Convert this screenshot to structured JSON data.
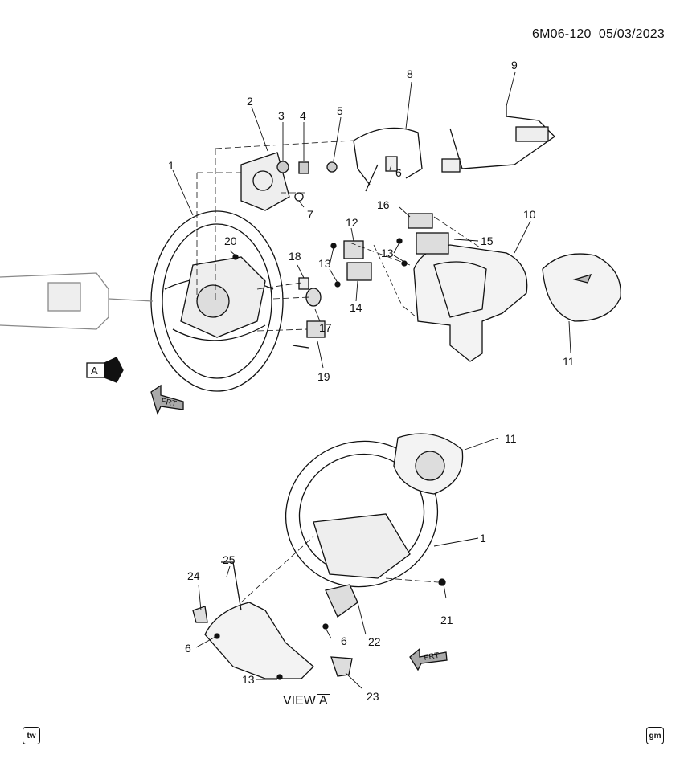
{
  "header": {
    "code": "6M06-120",
    "date": "05/03/2023"
  },
  "callouts": {
    "c1": "1",
    "c2": "2",
    "c3": "3",
    "c4": "4",
    "c5": "5",
    "c6": "6",
    "c7": "7",
    "c8": "8",
    "c9": "9",
    "c10": "10",
    "c11": "11",
    "c12": "12",
    "c13": "13",
    "c14": "14",
    "c15": "15",
    "c16": "16",
    "c17": "17",
    "c18": "18",
    "c19": "19",
    "c20": "20",
    "c21": "21",
    "c22": "22",
    "c23": "23",
    "c24": "24",
    "c25": "25"
  },
  "view": {
    "prefix": "VIEW",
    "letter": "A"
  },
  "arrow_a": "A",
  "frt": "FRT",
  "badges": {
    "left": "tw",
    "right": "gm"
  }
}
